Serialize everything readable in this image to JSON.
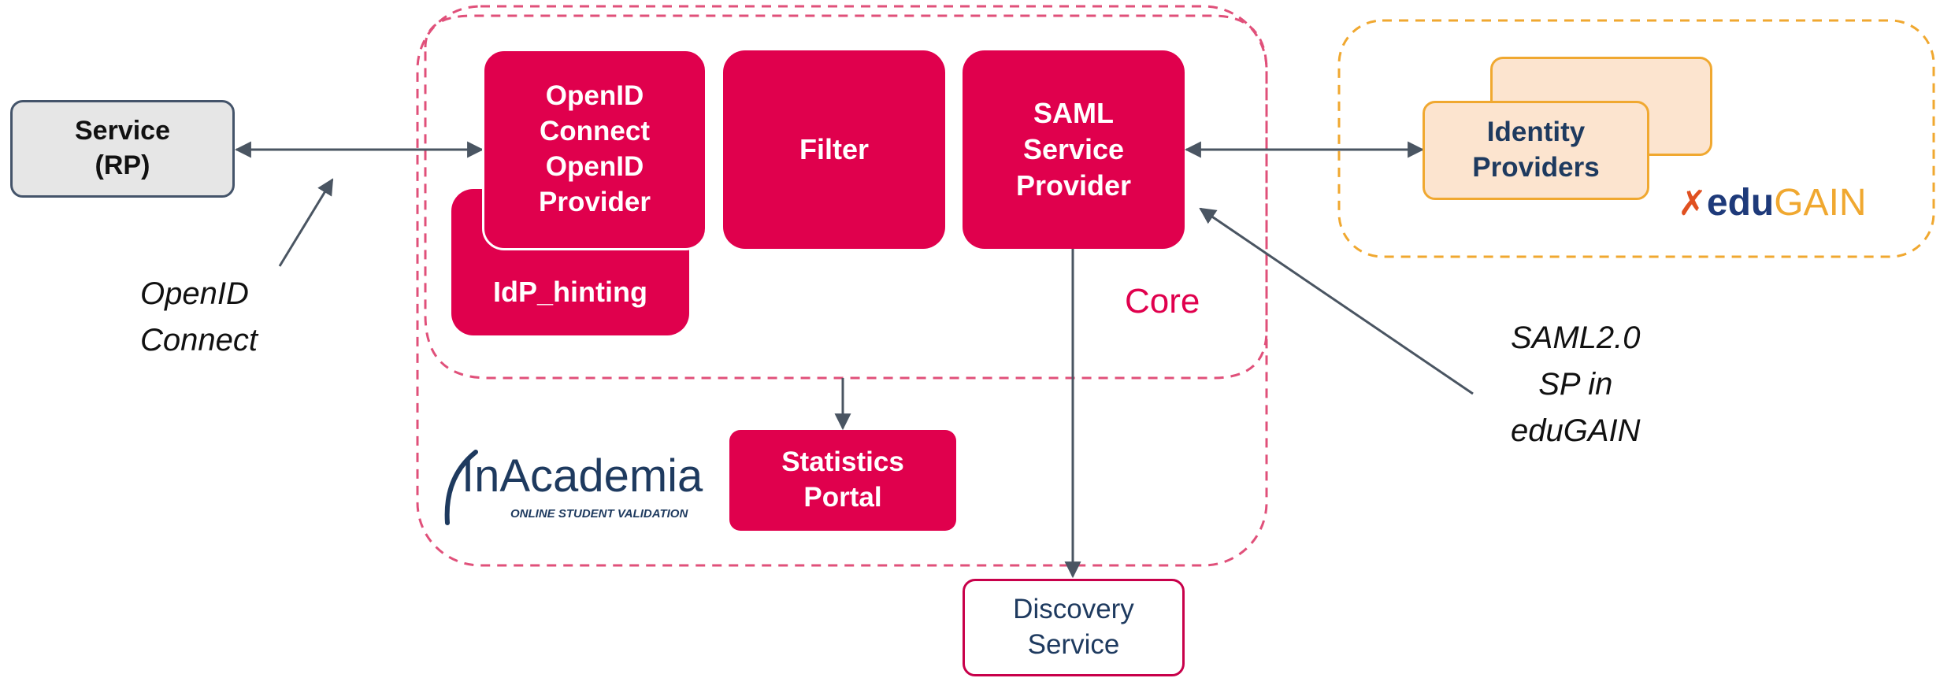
{
  "nodes": {
    "service_rp": "Service\n(RP)",
    "idp_hinting": "IdP_hinting",
    "openid_provider": "OpenID\nConnect\nOpenID\nProvider",
    "filter": "Filter",
    "saml_sp": "SAML\nService\nProvider",
    "statistics_portal": "Statistics\nPortal",
    "discovery_service": "Discovery\nService",
    "identity_providers": "Identity\nProviders"
  },
  "labels": {
    "core": "Core",
    "openid_connect": "OpenID\nConnect",
    "saml_sp_edugain": "SAML2.0\nSP in\neduGAIN"
  },
  "logos": {
    "inacademia_word_in": "In",
    "inacademia_word_rest": "Academia",
    "inacademia_tagline": "ONLINE STUDENT VALIDATION",
    "edugain_word_edu": "edu",
    "edugain_word_gain": "GAIN"
  },
  "colors": {
    "brand_red": "#e0004d",
    "core_dash": "#e0507a",
    "edugain_dash": "#f0a830",
    "idp_fill": "#fce4cf",
    "idp_border": "#f0a830",
    "navy_text": "#1e3a5f",
    "arrow": "#4a5562",
    "service_fill": "#e6e6e6"
  }
}
